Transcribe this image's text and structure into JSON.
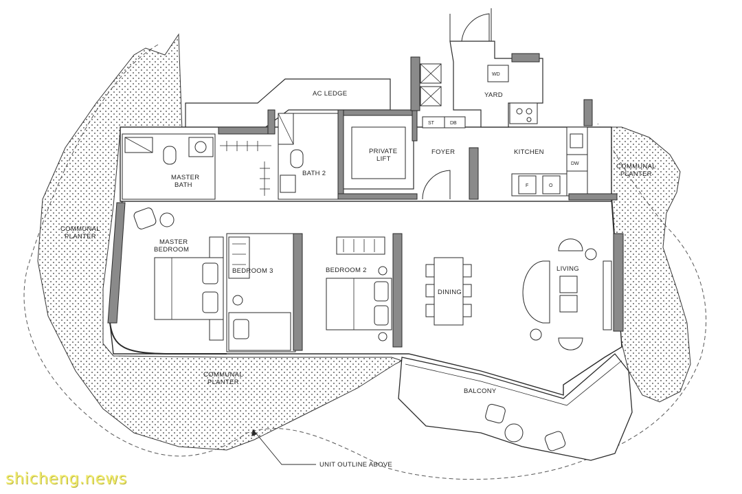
{
  "rooms": {
    "ac_ledge": "AC LEDGE",
    "yard": "YARD",
    "wd": "WD",
    "st": "ST",
    "db": "DB",
    "private_lift_1": "PRIVATE",
    "private_lift_2": "LIFT",
    "foyer": "FOYER",
    "kitchen": "KITCHEN",
    "dw": "DW",
    "fridge": "F",
    "oven": "O",
    "master_bath_1": "MASTER",
    "master_bath_2": "BATH",
    "bath_2": "BATH 2",
    "master_bedroom_1": "MASTER",
    "master_bedroom_2": "BEDROOM",
    "bedroom_3": "BEDROOM 3",
    "bedroom_2": "BEDROOM 2",
    "dining": "DINING",
    "living": "LIVING",
    "balcony": "BALCONY"
  },
  "planters": {
    "left_1": "COMMUNAL",
    "left_2": "PLANTER",
    "bottom_1": "COMMUNAL",
    "bottom_2": "PLANTER",
    "right_1": "COMMUNAL",
    "right_2": "PLANTER"
  },
  "annotation": "UNIT OUTLINE ABOVE",
  "watermark": "shicheng.news",
  "colors": {
    "wall_fill": "#8a8a8a",
    "line": "#2a2a2a",
    "planter_dot": "#333333",
    "watermark": "#f1ec6a"
  }
}
